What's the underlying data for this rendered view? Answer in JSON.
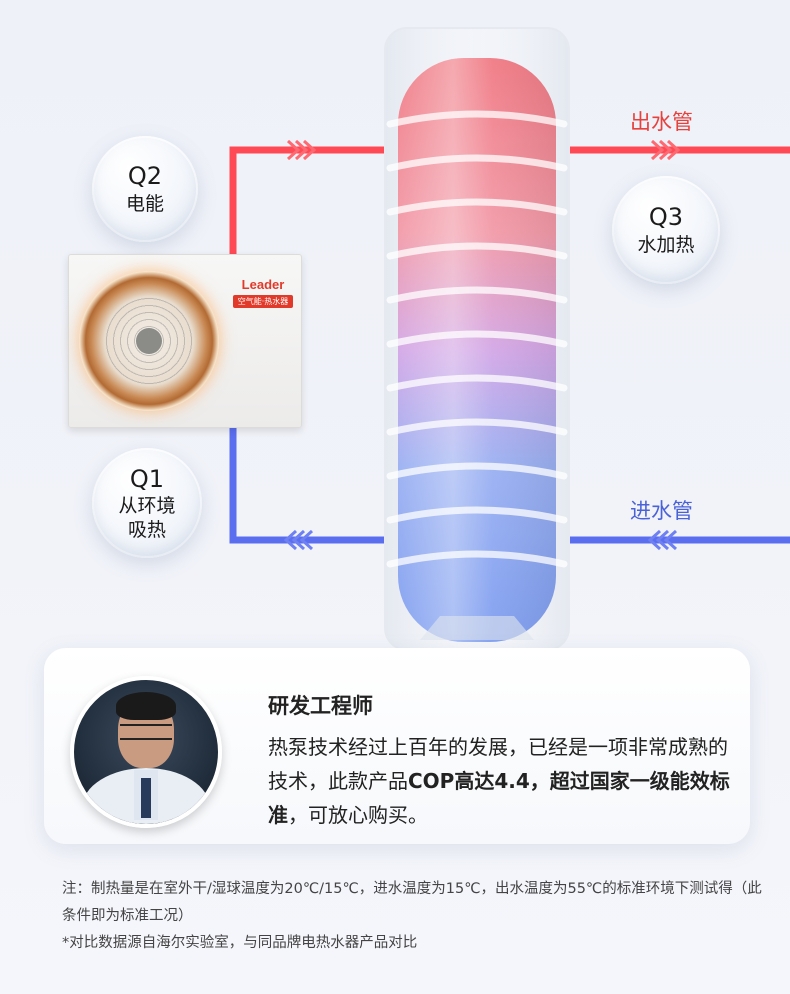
{
  "diagram": {
    "bubbles": [
      {
        "code": "Q2",
        "label": "电能"
      },
      {
        "code": "Q3",
        "label": "水加热"
      },
      {
        "code": "Q1",
        "label": "从环境吸热"
      }
    ],
    "pipe_out_label": "出水管",
    "pipe_in_label": "进水管",
    "unit_brand": "Leader",
    "unit_tag": "空气能·热水器",
    "colors": {
      "hot": "#ff4a55",
      "cold": "#5b6ef0",
      "out_label": "#e8413c",
      "in_label": "#4a62d8"
    }
  },
  "engineer": {
    "role": "研发工程师",
    "quote_part1": "热泵技术经过上百年的发展，已经是一项非常成熟的技术，此款产品",
    "quote_bold": "COP高达4.4，超过国家一级能效标准",
    "quote_part2": "，可放心购买。"
  },
  "notes": [
    "注：制热量是在室外干/湿球温度为20℃/15℃，进水温度为15℃，出水温度为55℃的标准环境下测试得（此条件即为标准工况）",
    "*对比数据源自海尔实验室，与同品牌电热水器产品对比"
  ]
}
